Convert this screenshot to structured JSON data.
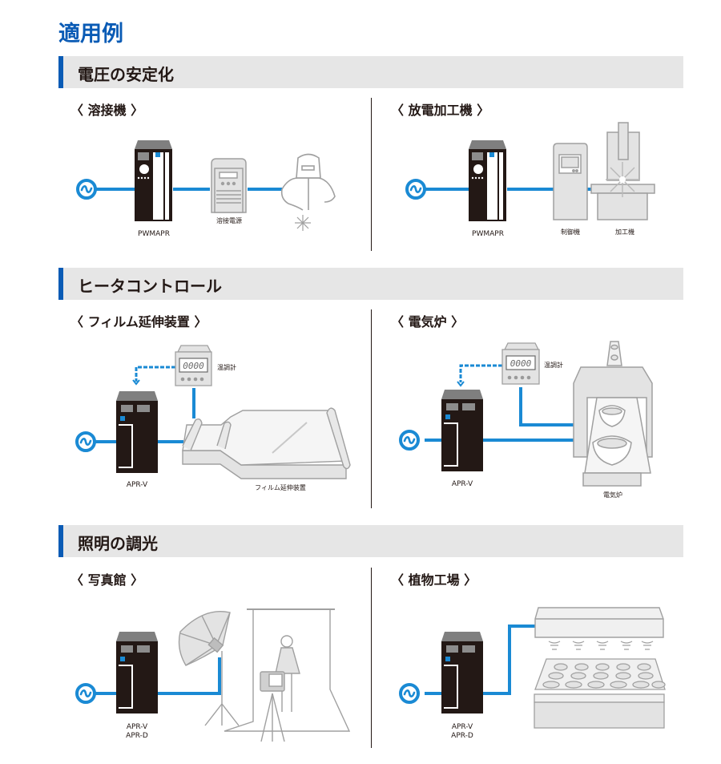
{
  "page": {
    "title": "適用例"
  },
  "colors": {
    "accent": "#0a5bb5",
    "wire": "#1a8ad4",
    "band": "#e6e6e6",
    "unit": "#231815",
    "equipment_stroke": "#a0a0a0",
    "equipment_fill": "#e3e3e3"
  },
  "sections": [
    {
      "title": "電圧の安定化",
      "examples": [
        {
          "title": "〈 溶接機 〉",
          "labels": {
            "unit": "PWMAPR",
            "device": "溶接電源"
          },
          "icons": [
            "ac-source-icon",
            "pwmapr-unit-icon",
            "welding-power-supply-icon",
            "welder-icon"
          ]
        },
        {
          "title": "〈 放電加工機 〉",
          "labels": {
            "unit": "PWMAPR",
            "controller": "制御機",
            "machine": "加工機"
          },
          "icons": [
            "ac-source-icon",
            "pwmapr-unit-icon",
            "controller-cabinet-icon",
            "edm-machine-icon"
          ]
        }
      ]
    },
    {
      "title": "ヒータコントロール",
      "examples": [
        {
          "title": "〈 フィルム延伸装置 〉",
          "labels": {
            "unit": "APR-V",
            "thermo": "温調計",
            "device": "フィルム延伸装置"
          },
          "thermo_display": "0000",
          "icons": [
            "ac-source-icon",
            "apr-unit-icon",
            "temperature-controller-icon",
            "film-stretcher-icon"
          ]
        },
        {
          "title": "〈 電気炉 〉",
          "labels": {
            "unit": "APR-V",
            "thermo": "温調計",
            "device": "電気炉"
          },
          "thermo_display": "0000",
          "icons": [
            "ac-source-icon",
            "apr-unit-icon",
            "temperature-controller-icon",
            "electric-furnace-icon"
          ]
        }
      ]
    },
    {
      "title": "照明の調光",
      "examples": [
        {
          "title": "〈 写真館 〉",
          "labels": {
            "unit_line1": "APR-V",
            "unit_line2": "APR-D"
          },
          "icons": [
            "ac-source-icon",
            "apr-unit-icon",
            "umbrella-light-icon",
            "photo-studio-icon"
          ]
        },
        {
          "title": "〈 植物工場 〉",
          "labels": {
            "unit_line1": "APR-V",
            "unit_line2": "APR-D"
          },
          "icons": [
            "ac-source-icon",
            "apr-unit-icon",
            "grow-light-icon",
            "plant-tray-icon"
          ]
        }
      ]
    }
  ]
}
